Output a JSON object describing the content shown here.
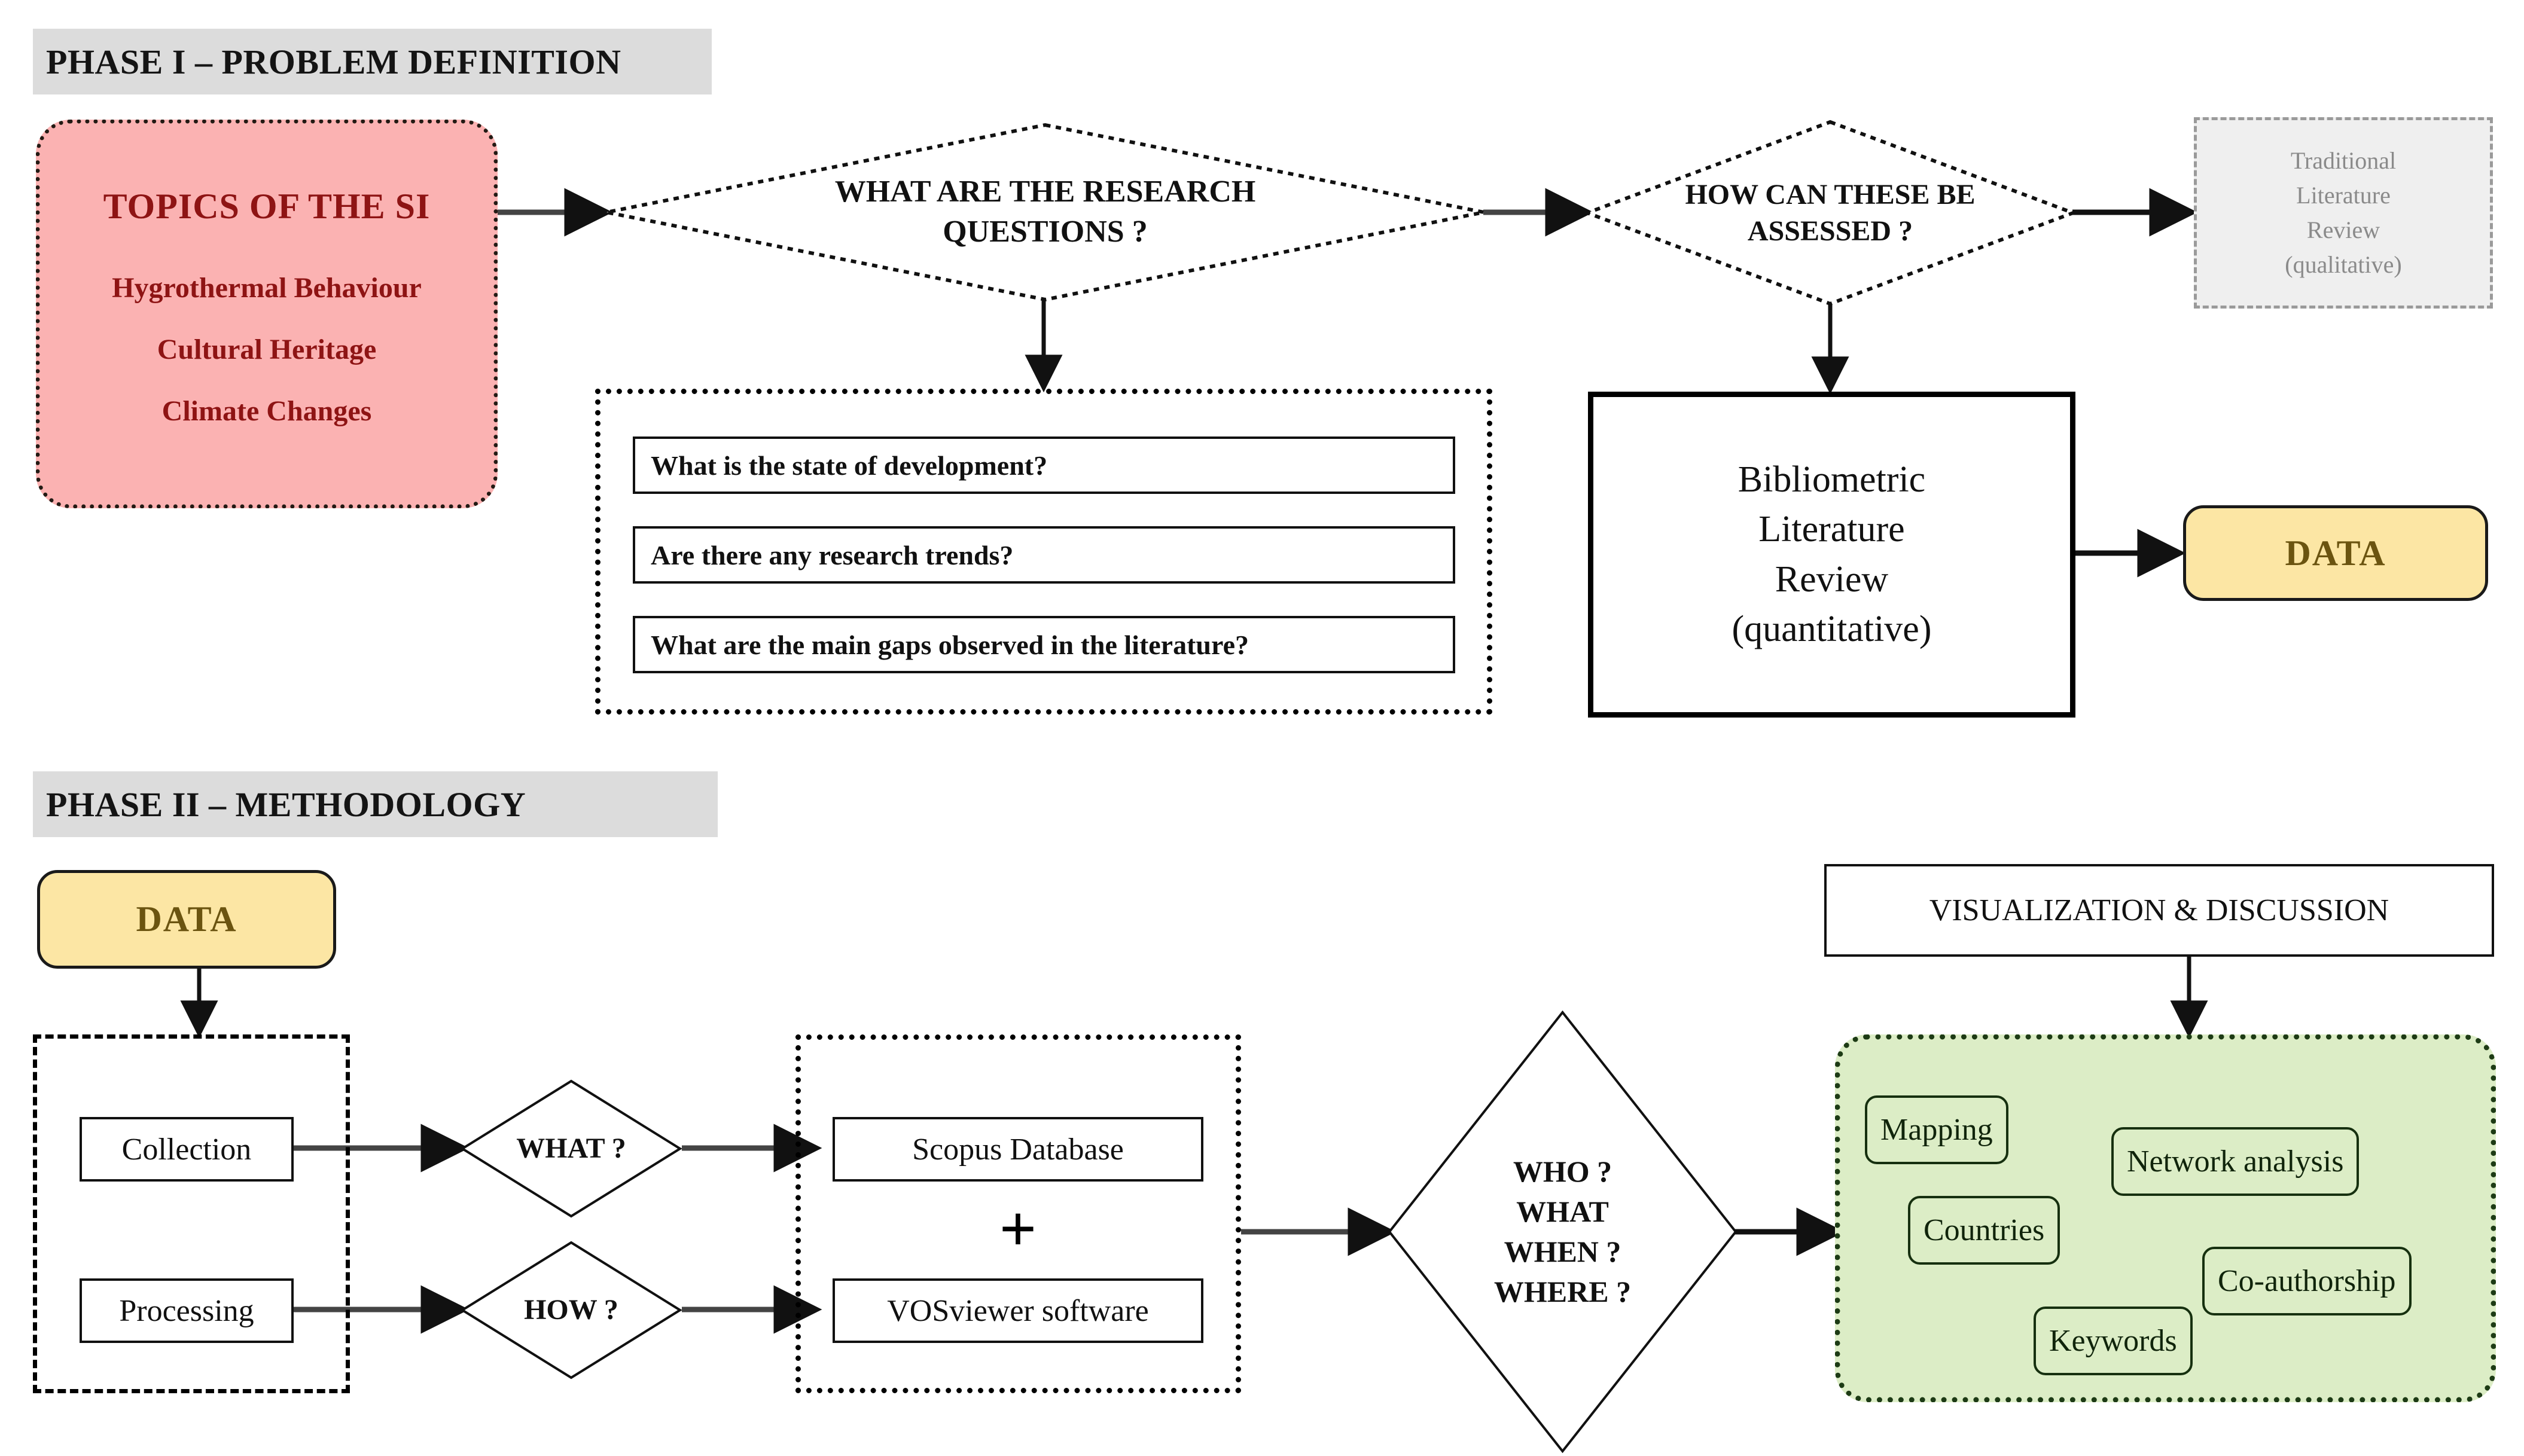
{
  "phases": [
    {
      "id": "phase-1",
      "label": "PHASE I – PROBLEM DEFINITION"
    },
    {
      "id": "phase-2",
      "label": "PHASE II – METHODOLOGY"
    }
  ],
  "phase1": {
    "topics_box": {
      "title": "TOPICS OF THE SI",
      "items": [
        "Hygrothermal Behaviour",
        "Cultural Heritage",
        "Climate Changes"
      ],
      "fill_color": "#FBB2B2",
      "text_color": "#8E1414"
    },
    "decision_1": {
      "line1": "WHAT ARE THE RESEARCH",
      "line2": "QUESTIONS ?"
    },
    "decision_2": {
      "line1": "HOW CAN THESE BE",
      "line2": "ASSESSED ?"
    },
    "research_questions": [
      "What is the state of development?",
      "Are there any research trends?",
      "What are the main gaps observed in the literature?"
    ],
    "traditional_review": {
      "lines": [
        "Traditional",
        "Literature",
        "Review",
        "(qualitative)"
      ],
      "fill_color": "#EFEFEF",
      "text_color": "#8A8A8A"
    },
    "bibliometric_review": {
      "lines": [
        "Bibliometric",
        "Literature",
        "Review",
        "(quantitative)"
      ]
    },
    "data_output": {
      "label": "DATA",
      "fill_color": "#FCE6A4",
      "text_color": "#6B5410"
    }
  },
  "phase2": {
    "data_input": {
      "label": "DATA",
      "fill_color": "#FCE6A4",
      "text_color": "#6B5410"
    },
    "steps": [
      "Collection",
      "Processing"
    ],
    "decisions": [
      "WHAT ?",
      "HOW ?"
    ],
    "tools": [
      "Scopus Database",
      "VOSviewer software"
    ],
    "tools_joiner": "+",
    "big_decision": {
      "line1": "WHO ?",
      "line2": "WHAT",
      "line3": "WHEN ?",
      "line4": "WHERE ?"
    },
    "visualization_box": {
      "label": "VISUALIZATION & DISCUSSION"
    },
    "analysis_panel": {
      "fill_color": "#DCEDC6",
      "pills": [
        "Mapping",
        "Network analysis",
        "Countries",
        "Co-authorship",
        "Keywords"
      ]
    }
  }
}
